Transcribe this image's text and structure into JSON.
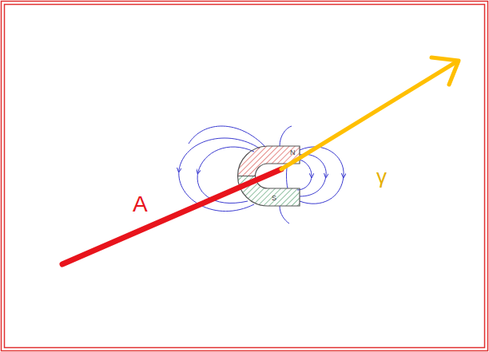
{
  "diagram": {
    "labels": [
      "A",
      "γ",
      "N",
      "S"
    ]
  }
}
